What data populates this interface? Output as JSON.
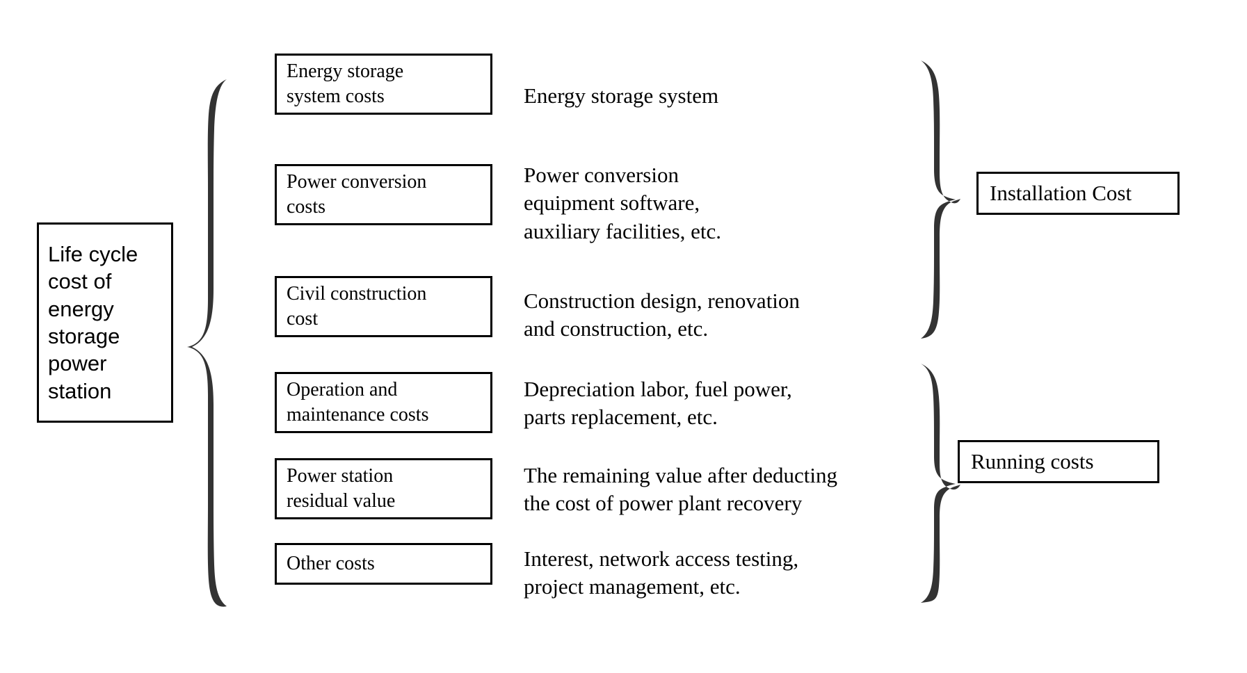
{
  "diagram": {
    "title_node": {
      "label": "Life cycle\ncost of\nenergy\nstorage\npower\nstation"
    },
    "components": [
      {
        "id": "energy-storage-system-costs",
        "label": "Energy storage\nsystem costs",
        "description": "Energy storage system"
      },
      {
        "id": "power-conversion-costs",
        "label": "Power conversion\ncosts",
        "description": "Power conversion\nequipment software,\nauxiliary facilities, etc."
      },
      {
        "id": "civil-construction-cost",
        "label": "Civil construction\ncost",
        "description": "Construction design, renovation\nand construction, etc."
      },
      {
        "id": "operation-and-maintenance-costs",
        "label": "Operation and\nmaintenance costs",
        "description": "Depreciation labor, fuel power,\nparts replacement, etc."
      },
      {
        "id": "power-station-residual-value",
        "label": "Power station\nresidual value",
        "description": "The remaining value after deducting\nthe cost of power plant recovery"
      },
      {
        "id": "other-costs",
        "label": "Other costs",
        "description": "Interest, network access testing,\nproject management, etc."
      }
    ],
    "categories": [
      {
        "id": "installation-cost",
        "label": "Installation Cost"
      },
      {
        "id": "running-costs",
        "label": "Running costs"
      }
    ],
    "braces": [
      {
        "id": "left-grouping-brace",
        "name": "left-brace"
      },
      {
        "id": "installation-cost-brace",
        "name": "right-brace-installation"
      },
      {
        "id": "running-costs-brace",
        "name": "right-brace-running"
      }
    ],
    "colors": {
      "background": "#ffffff",
      "box_border": "#000000",
      "text": "#000000",
      "brace": "#333333"
    }
  }
}
